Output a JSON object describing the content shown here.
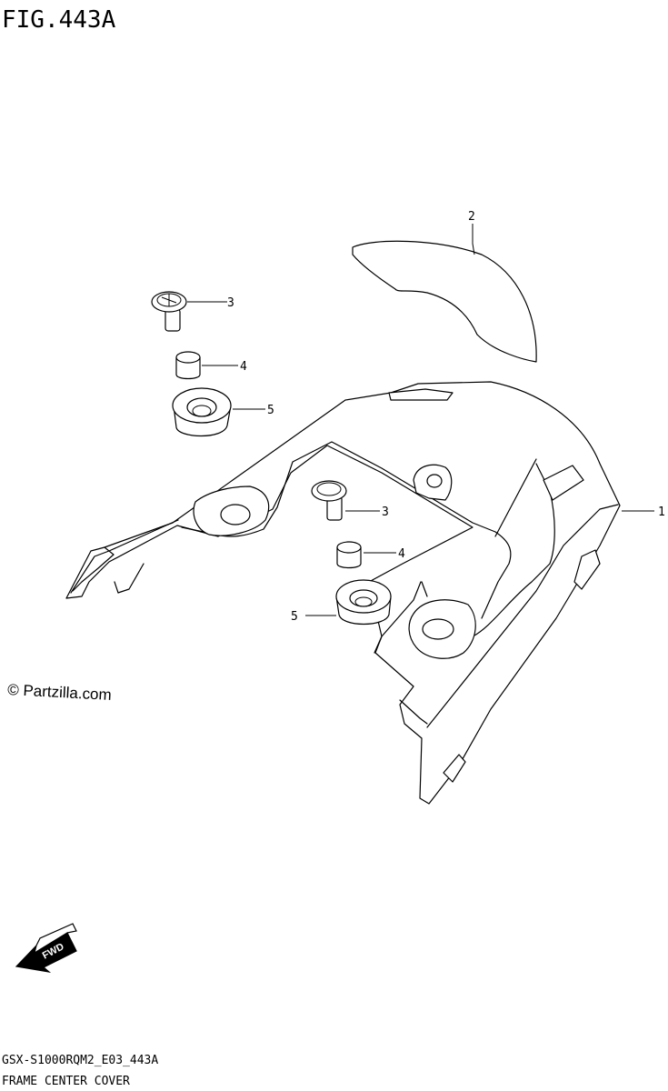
{
  "figure_id": "FIG.443A",
  "watermark": "© Partzilla.com",
  "fwd_label": "FWD",
  "part_code": "GSX-S1000RQM2_E03_443A",
  "part_title": "FRAME CENTER COVER",
  "callouts": {
    "c1": "1",
    "c2": "2",
    "c3a": "3",
    "c4a": "4",
    "c5a": "5",
    "c3b": "3",
    "c4b": "4",
    "c5b": "5"
  }
}
